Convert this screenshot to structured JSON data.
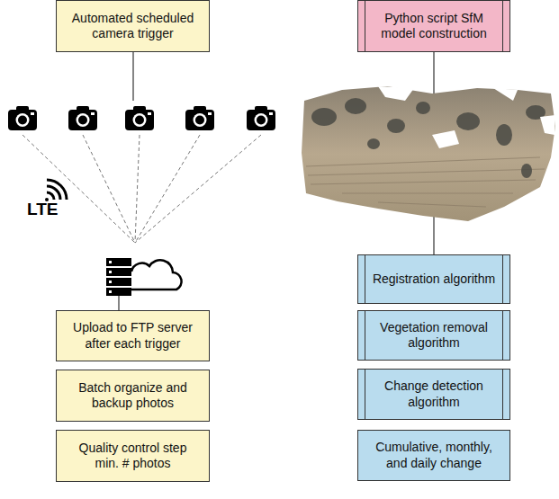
{
  "diagram": {
    "nodes": [
      {
        "text": [
          "Automated scheduled camera trigger"
        ]
      },
      {
        "text": [
          "Upload to FTP server after each trigger"
        ]
      },
      {
        "text": [
          "Batch organize and backup photos"
        ]
      },
      {
        "text": [
          "Quality control step min. # photos"
        ]
      },
      {
        "text": [
          "Python script SfM model construction"
        ]
      },
      {
        "text": [
          "Registration algorithm"
        ]
      },
      {
        "text": [
          "Vegetation removal algorithm"
        ]
      },
      {
        "text": [
          "Change detection algorithm"
        ]
      },
      {
        "text": [
          "Cumulative, monthly, and daily change"
        ]
      }
    ],
    "edges": [
      {
        "from": 4,
        "to": 5,
        "arrow": "none"
      }
    ],
    "labels": [
      "LTE"
    ]
  }
}
